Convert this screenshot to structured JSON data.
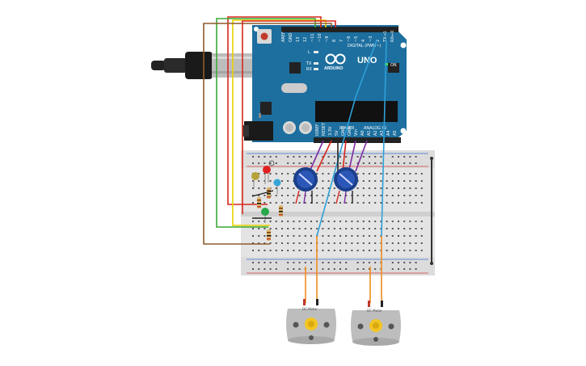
{
  "arduino": {
    "digital_header": "DIGITAL (PWM~)",
    "brand": "UNO",
    "subbrand": "ARDUINO",
    "power_label": "POWER",
    "analog_label": "ANALOG IN",
    "led_labels": [
      "L",
      "TX",
      "RX"
    ],
    "on_label": "ON",
    "top_pins": [
      "AREF",
      "GND",
      "13",
      "12",
      "~11",
      "~10",
      "~9",
      "8",
      "7",
      "~6",
      "~5",
      "4",
      "~3",
      "2",
      "TX→1",
      "RX←0"
    ],
    "bottom_pins": [
      "IOREF",
      "RESET",
      "3.3V",
      "5V",
      "GND",
      "GND",
      "Vin",
      "A0",
      "A1",
      "A2",
      "A3",
      "A4",
      "A5"
    ]
  },
  "motors": [
    {
      "label": "DC Motor"
    },
    {
      "label": "DC Motor"
    }
  ],
  "colors": {
    "board": "#1d6f9f",
    "breadboard": "#e4e4e4",
    "wire_red": "#d7261e",
    "wire_green": "#3aaa35",
    "wire_yellow": "#e6d200",
    "wire_brown": "#8b5a2b",
    "wire_blue": "#2ea0d8",
    "wire_purple": "#7a2aa0",
    "wire_orange": "#f08c1e"
  }
}
